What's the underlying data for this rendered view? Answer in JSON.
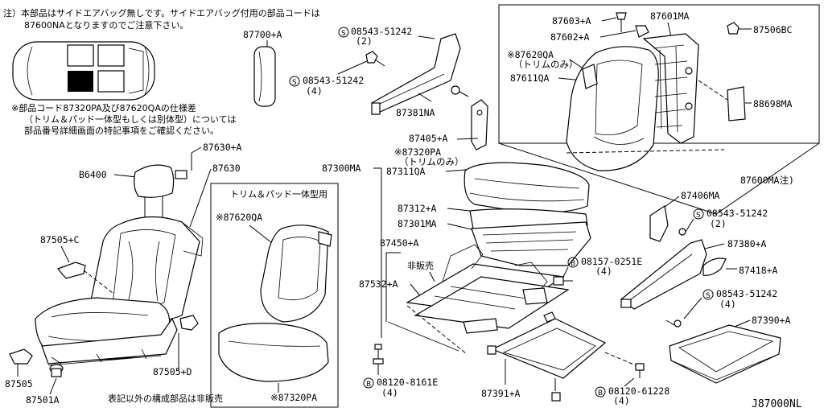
{
  "notes": {
    "note1_line1": "注）本部品はサイドエアバッグ無しです。サイドエアバッグ付用の部品コードは",
    "note1_line2": "87600NAとなりますのでご注意下さい。",
    "note2_line1": "※部品コード87320PA及び87620QAの仕様差",
    "note2_line2": "（トリム＆パッド一体型もしくは別体型）については",
    "note2_line3": "部品番号詳細画面の特記事項をご確認ください。",
    "inset_title": "トリム＆パッド一体型用",
    "bottom_note": "表記以外の構成部品は非販売",
    "not_sold": "非販売",
    "diagram_code": "J87000NL"
  },
  "parts": [
    {
      "label": "87700+A"
    },
    {
      "label": "08543-51242"
    },
    {
      "label": "(2)"
    },
    {
      "label": "08543-51242"
    },
    {
      "label": "(4)"
    },
    {
      "label": "87381NA"
    },
    {
      "label": "87405+A"
    },
    {
      "label": "87603+A"
    },
    {
      "label": "87601MA"
    },
    {
      "label": "87602+A"
    },
    {
      "label": "87506BC"
    },
    {
      "label": "※87620QA"
    },
    {
      "label": "（トリムのみ）"
    },
    {
      "label": "87611QA"
    },
    {
      "label": "88698MA"
    },
    {
      "label": "87600MA注)"
    },
    {
      "label": "87630+A"
    },
    {
      "label": "B6400"
    },
    {
      "label": "87630"
    },
    {
      "label": "87505+C"
    },
    {
      "label": "87505"
    },
    {
      "label": "87505+D"
    },
    {
      "label": "87501A"
    },
    {
      "label": "※87620QA"
    },
    {
      "label": "※87320PA"
    },
    {
      "label": "87300MA"
    },
    {
      "label": "※87320PA"
    },
    {
      "label": "（トリムのみ）"
    },
    {
      "label": "87311QA"
    },
    {
      "label": "87312+A"
    },
    {
      "label": "87301MA"
    },
    {
      "label": "87450+A"
    },
    {
      "label": "87532+A"
    },
    {
      "label": "87406MA"
    },
    {
      "label": "08543-51242"
    },
    {
      "label": "(2)"
    },
    {
      "label": "87380+A"
    },
    {
      "label": "08157-0251E"
    },
    {
      "label": "(4)"
    },
    {
      "label": "87418+A"
    },
    {
      "label": "08543-51242"
    },
    {
      "label": "(4)"
    },
    {
      "label": "87390+A"
    },
    {
      "label": "08120-8161E"
    },
    {
      "label": "(4)"
    },
    {
      "label": "87391+A"
    },
    {
      "label": "08120-61228"
    },
    {
      "label": "(4)"
    }
  ]
}
